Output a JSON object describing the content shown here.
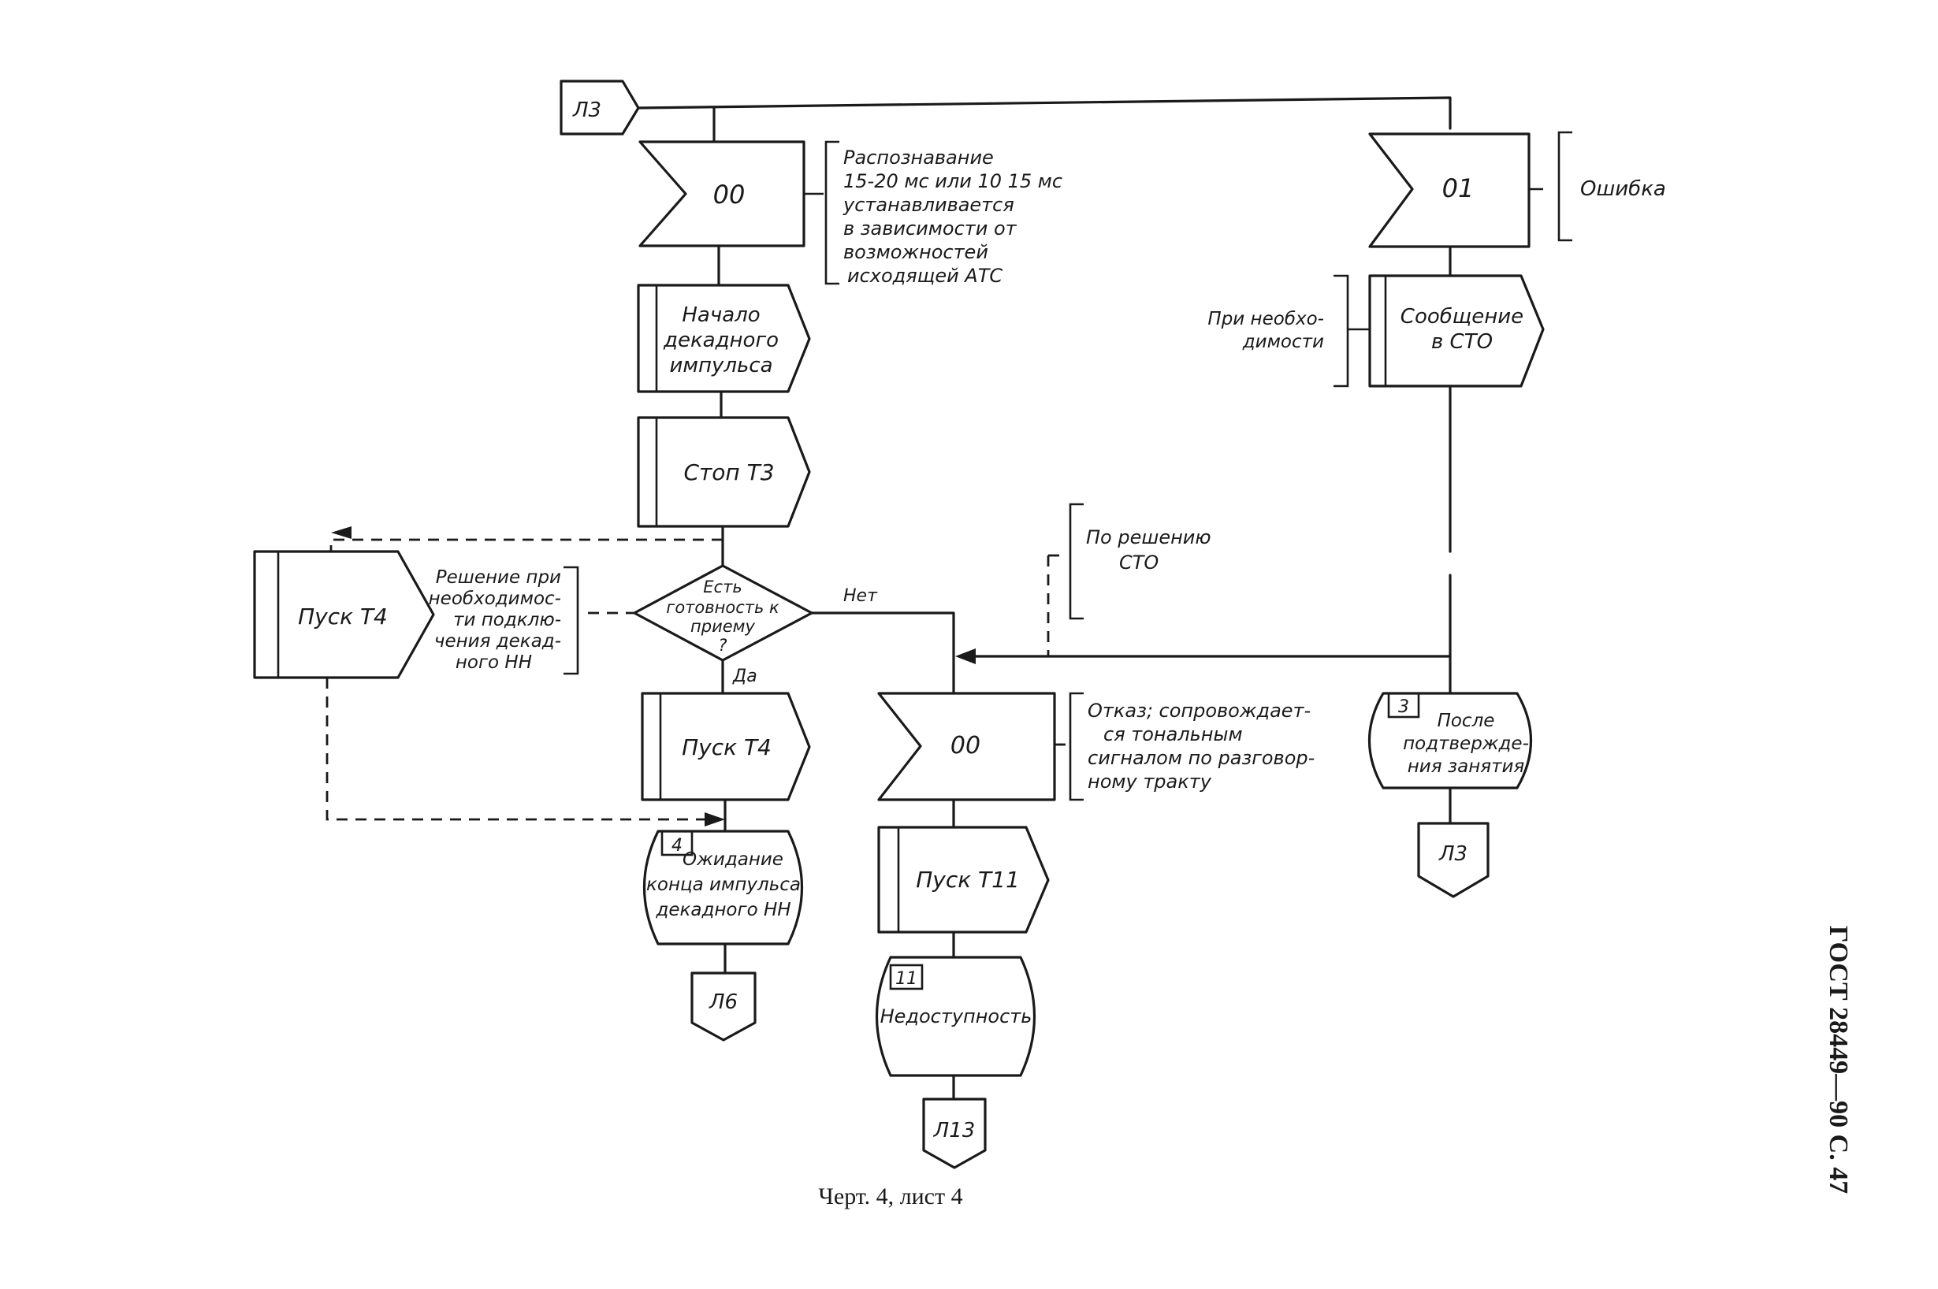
{
  "connectors": {
    "l3_entry": "Л3",
    "l3_exit": "Л3",
    "l6": "Л6",
    "l13": "Л13"
  },
  "signals": {
    "s00_input": "00",
    "s01_input": "01",
    "s00_output": "00"
  },
  "tasks": {
    "decade_start": [
      "Начало",
      "декадного",
      "импульса"
    ],
    "stop_t3": "Стоп Т3",
    "start_t4_left": "Пуск Т4",
    "start_t4_main": "Пуск Т4",
    "message_sto": [
      "Сообщение",
      "в СТО"
    ],
    "start_t11": "Пуск Т11"
  },
  "decision": {
    "question": [
      "Есть",
      "готовность к",
      "приему",
      "?"
    ],
    "yes": "Да",
    "no": "Нет"
  },
  "states": {
    "state3": {
      "number": "3",
      "lines": [
        "После",
        "подтвержде-",
        "ния занятия"
      ]
    },
    "state4": {
      "number": "4",
      "lines": [
        "Ожидание",
        "конца импульса",
        "декадного НН"
      ]
    },
    "state11": {
      "number": "11",
      "lines": [
        "Недоступность"
      ]
    }
  },
  "comments": {
    "recognition": [
      "Распознавание",
      "15-20 мс или 10 15 мс",
      "устанавливается",
      "в зависимости от",
      "возможностей",
      "исходящей АТС"
    ],
    "error": "Ошибка",
    "if_needed": [
      "При необхо-",
      "димости"
    ],
    "sto_decision": [
      "По решению",
      "СТО"
    ],
    "connect_decision": [
      "Решение при",
      "необходимос-",
      "ти подклю-",
      "чения декад-",
      "ного НН"
    ],
    "refusal": [
      "Отказ; сопровождает-",
      "ся тональным",
      "сигналом по разговор-",
      "ному тракту"
    ]
  },
  "caption": "Черт. 4, лист 4",
  "side_header": "ГОСТ 28449—90 С. 47"
}
